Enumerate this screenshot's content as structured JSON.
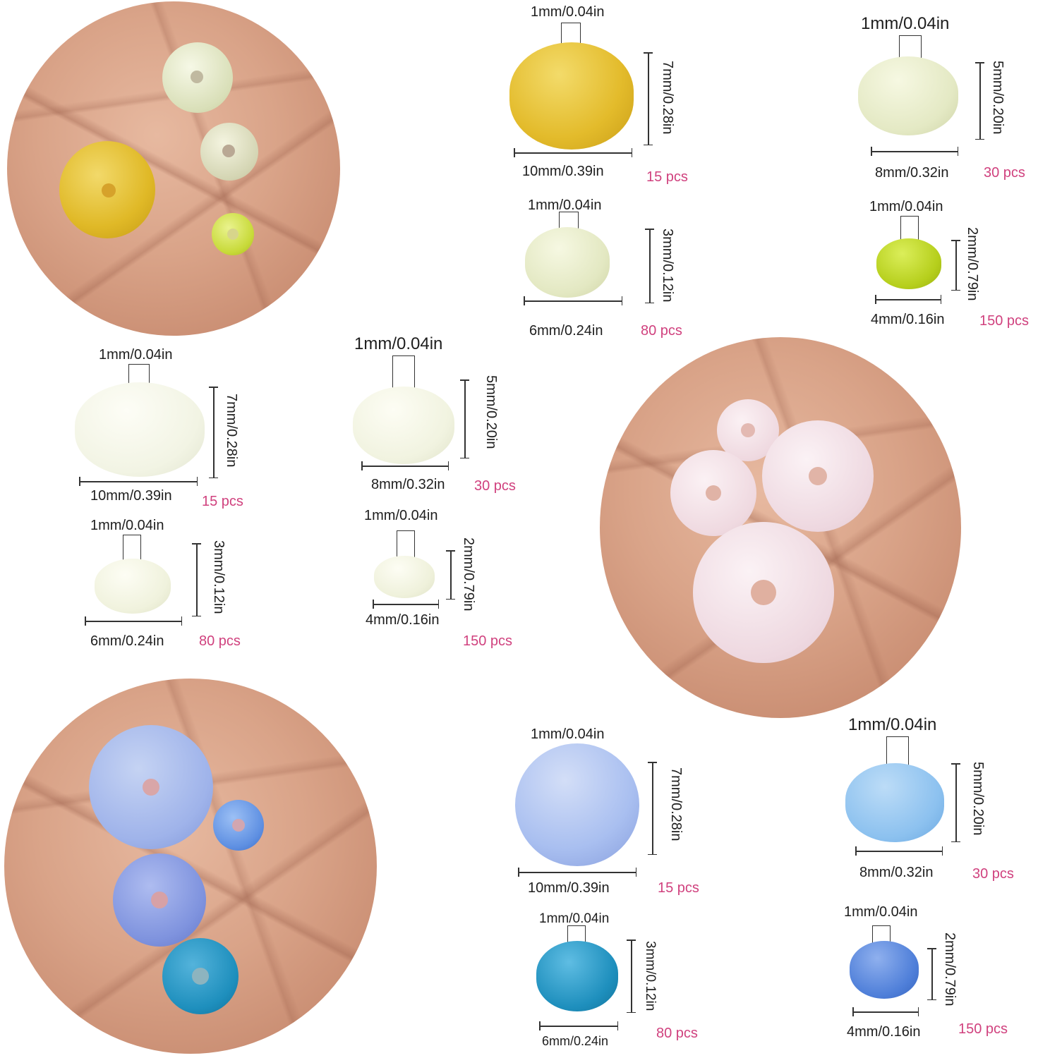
{
  "colors": {
    "qty_text": "#d0417e",
    "skin": "#d9a388",
    "bead_yellow": "#e2bd2c",
    "bead_pale_green": "#e7ecc8",
    "bead_lime": "#b6cf1c",
    "bead_white": "#f5f6ea",
    "bead_pink_white": "#f4e4ea",
    "bead_lavender_blue": "#a9bff0",
    "bead_sky_blue": "#8cc1ef",
    "bead_teal_blue": "#1e8fbd",
    "bead_royal_blue": "#4f7fd9"
  },
  "hole_label": "1mm/0.04in",
  "sizes": {
    "d10": "10mm/0.39in",
    "h7": "7mm/0.28in",
    "d8": "8mm/0.32in",
    "h5": "5mm/0.20in",
    "d6": "6mm/0.24in",
    "h3": "3mm/0.12in",
    "d4": "4mm/0.16in",
    "h2": "2mm/0.79in"
  },
  "quantities": {
    "q15": "15 pcs",
    "q30": "30 pcs",
    "q80": "80 pcs",
    "q150": "150 pcs"
  }
}
